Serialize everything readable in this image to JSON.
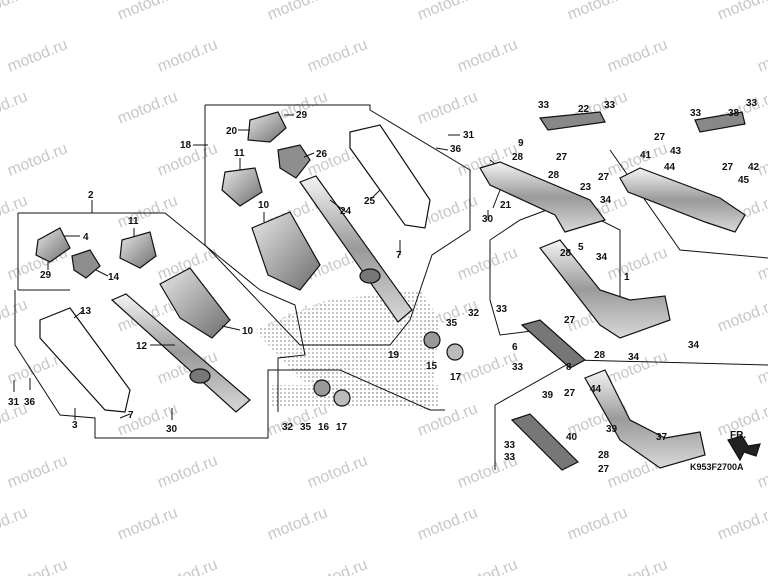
{
  "diagram": {
    "ref_code": "K953F2700A",
    "direction_label": "FR.",
    "watermark": "motod.ru",
    "callouts": [
      "29",
      "20",
      "26",
      "11",
      "10",
      "18",
      "31",
      "36",
      "25",
      "24",
      "7",
      "21",
      "30",
      "2",
      "11",
      "4",
      "29",
      "14",
      "13",
      "12",
      "10",
      "31",
      "36",
      "3",
      "7",
      "30",
      "32",
      "35",
      "16",
      "17",
      "15",
      "17",
      "19",
      "32",
      "35",
      "22",
      "33",
      "33",
      "9",
      "28",
      "27",
      "23",
      "27",
      "28",
      "34",
      "34",
      "38",
      "33",
      "33",
      "27",
      "42",
      "43",
      "41",
      "44",
      "27",
      "45",
      "5",
      "1",
      "28",
      "33",
      "6",
      "27",
      "8",
      "28",
      "34",
      "34",
      "33",
      "39",
      "27",
      "44",
      "40",
      "39",
      "33",
      "37",
      "28",
      "33",
      "27"
    ]
  }
}
